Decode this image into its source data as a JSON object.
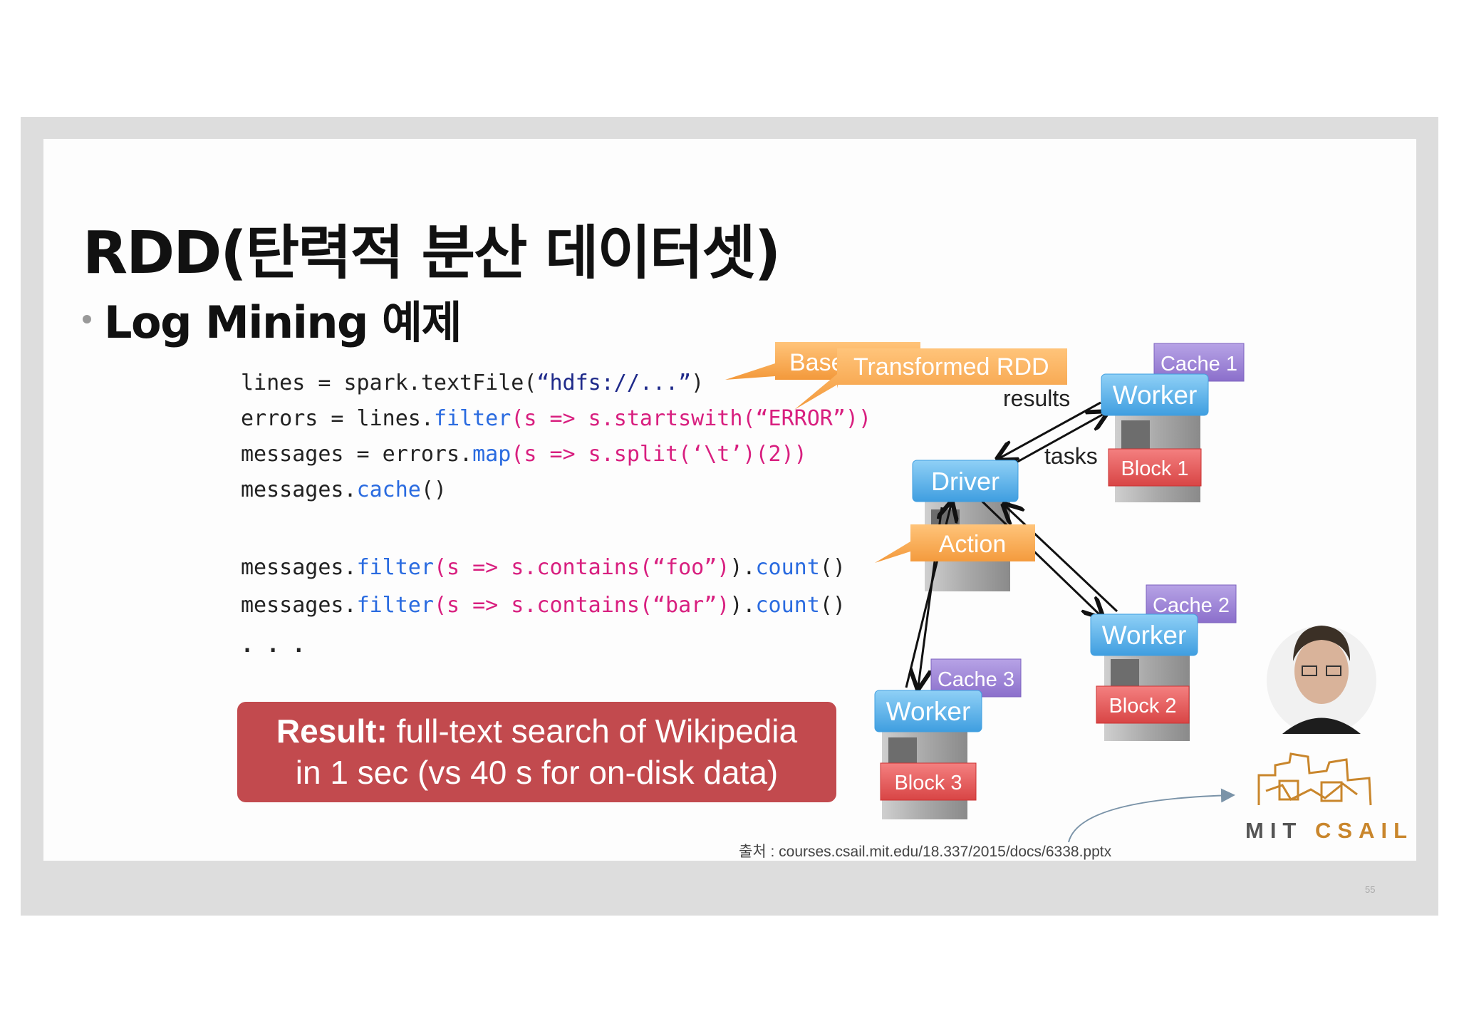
{
  "slide": {
    "title": "RDD(탄력적 분산 데이터셋)",
    "bullet": "Log Mining 예제",
    "source": "출처 : courses.csail.mit.edu/18.337/2015/docs/6338.pptx",
    "page_number": "55"
  },
  "code": {
    "line1": {
      "a": "lines = spark.textFile(",
      "b": "“hdfs://...”",
      "c": ")"
    },
    "line2": {
      "a": "errors = lines.",
      "b": "filter",
      "c": "(",
      "d": "s => s.startswith(“ERROR”)",
      "e": ")"
    },
    "line3": {
      "a": "messages = errors.",
      "b": "map",
      "c": "(",
      "d": "s => s.split(‘\\t’)(2)",
      "e": ")"
    },
    "line4": {
      "a": "messages.",
      "b": "cache",
      "c": "()"
    },
    "line5": {
      "a": "messages.",
      "b": "filter",
      "c": "(",
      "d": "s => s.contains(“foo”)",
      "e": ").",
      "f": "count",
      "g": "()"
    },
    "line6": {
      "a": "messages.",
      "b": "filter",
      "c": "(",
      "d": "s => s.contains(“bar”)",
      "e": ").",
      "f": "count",
      "g": "()"
    },
    "line7": ". . ."
  },
  "result": {
    "bold": "Result:",
    "text1": " full-text search of Wikipedia",
    "text2": "in 1 sec (vs 40 s for on-disk data)"
  },
  "diagram": {
    "callout_base": "Base",
    "callout_transformed": "Transformed RDD",
    "callout_action": "Action",
    "driver": "Driver",
    "results_label": "results",
    "tasks_label": "tasks",
    "worker1": {
      "worker": "Worker",
      "cache": "Cache 1",
      "block": "Block 1"
    },
    "worker2": {
      "worker": "Worker",
      "cache": "Cache 2",
      "block": "Block 2"
    },
    "worker3": {
      "worker": "Worker",
      "cache": "Cache 3",
      "block": "Block 3"
    }
  },
  "logo": {
    "mit": "MIT",
    "csail": "CSAIL"
  },
  "colors": {
    "result_bg": "#c24a4e",
    "orange": "#f5a64a",
    "blue": "#6fb6ea",
    "purple": "#a18ad6",
    "red": "#e85a5a"
  }
}
